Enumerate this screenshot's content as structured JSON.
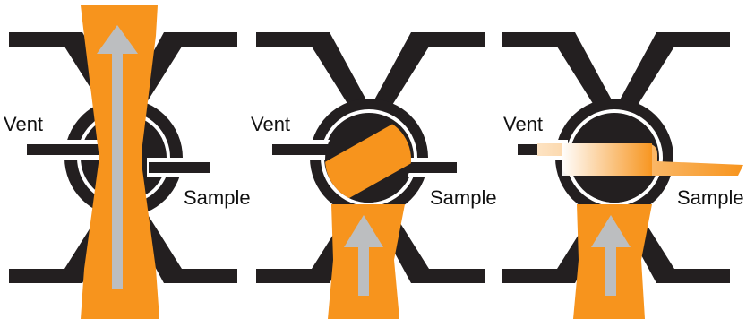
{
  "colors": {
    "body": "#231f20",
    "flow": "#f7941d",
    "arrow": "#bcbec0",
    "light_flow": "#fde3c3",
    "background": "#ffffff"
  },
  "panels": [
    {
      "state": "flow-through",
      "vent_label": "Vent",
      "sample_label": "Sample",
      "arrow_icon": "up-arrow"
    },
    {
      "state": "load",
      "vent_label": "Vent",
      "sample_label": "Sample",
      "arrow_icon": "up-arrow"
    },
    {
      "state": "dispense",
      "vent_label": "Vent",
      "sample_label": "Sample",
      "arrow_icon": "up-arrow"
    }
  ]
}
